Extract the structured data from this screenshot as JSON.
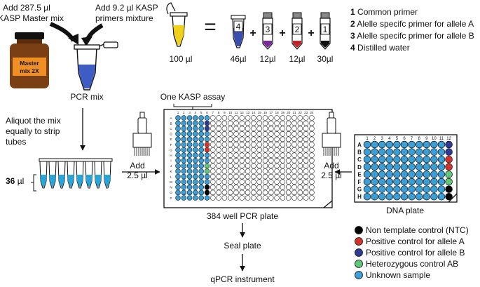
{
  "top": {
    "master_mix_label": [
      "Add 287.5 µl",
      "KASP Master mix"
    ],
    "primers_label": [
      "Add 9.2 µl KASP",
      "primers mixture"
    ],
    "bottle_label": [
      "Master",
      "mix 2X"
    ],
    "pcr_mix_label": "PCR mix"
  },
  "primer_mix": {
    "total_label": "100 µl",
    "equals": "=",
    "plus": "+",
    "tubes": [
      {
        "number": "4",
        "volume": "46µl",
        "color": "#3a4db0"
      },
      {
        "number": "3",
        "volume": "12µl",
        "color": "#7a2a9a"
      },
      {
        "number": "2",
        "volume": "12µl",
        "color": "#c0262c"
      },
      {
        "number": "1",
        "volume": "30µl",
        "color": "#111111"
      }
    ]
  },
  "legend_numbers": [
    {
      "num": "1",
      "text": "Common primer"
    },
    {
      "num": "2",
      "text": "Alelle specifc primer for allele A"
    },
    {
      "num": "3",
      "text": "Alelle specifc primer for allele B"
    },
    {
      "num": "4",
      "text": "Distilled water"
    }
  ],
  "strip": {
    "aliquot_label": [
      "Aliquot the mix",
      "equally to strip",
      "tubes"
    ],
    "volume_num": "36",
    "volume_unit": " µl"
  },
  "plate384": {
    "assay_label": "One KASP assay",
    "title": "384 well PCR plate",
    "add_label": [
      "Add",
      "2.5 µl"
    ],
    "cols": [
      "1",
      "2",
      "3",
      "4",
      "5",
      "6",
      "7",
      "8",
      "9",
      "10",
      "11",
      "12",
      "13",
      "14",
      "15",
      "16",
      "17",
      "18",
      "19",
      "20",
      "21",
      "22",
      "23",
      "24"
    ],
    "rows": [
      "A",
      "B",
      "C",
      "D",
      "E",
      "F",
      "G",
      "H",
      "I",
      "J",
      "K",
      "L",
      "M",
      "N",
      "O",
      "P"
    ],
    "col6_pattern": [
      "sample",
      "ctrlB",
      "ctrlB",
      "sample",
      "sample",
      "ctrlA",
      "ctrlA",
      "sample",
      "sample",
      "het",
      "het",
      "sample",
      "sample",
      "ntc",
      "ntc",
      "sample"
    ]
  },
  "dna_plate": {
    "title": "DNA plate",
    "add_label": [
      "Add",
      "2.5 µl"
    ],
    "cols": [
      "1",
      "2",
      "3",
      "4",
      "5",
      "6",
      "7",
      "8",
      "9",
      "10",
      "11",
      "12"
    ],
    "rows": [
      "A",
      "B",
      "C",
      "D",
      "E",
      "F",
      "G",
      "H"
    ],
    "col12_pattern": [
      "ctrlB",
      "ctrlB",
      "ctrlA",
      "ctrlA",
      "het",
      "het",
      "ntc",
      "ntc"
    ]
  },
  "flow": {
    "seal_label": "Seal plate",
    "qpcr_label": "qPCR instrument"
  },
  "legend_colors": [
    {
      "key": "ntc",
      "label": "Non template control (NTC)",
      "color": "#000000"
    },
    {
      "key": "ctrlA",
      "label": "Positive control for allele A",
      "color": "#d6322a"
    },
    {
      "key": "ctrlB",
      "label": "Positive control for allele B",
      "color": "#2f3a96"
    },
    {
      "key": "het",
      "label": "Heterozygous control AB",
      "color": "#5ec77a"
    },
    {
      "key": "sample",
      "label": "Unknown sample",
      "color": "#3a9fd6"
    }
  ],
  "colors": {
    "blue_liquid": "#3d5cc4",
    "yellow_liquid": "#f0d21c",
    "strip_liquid": "#2aa5d8",
    "bottle_brown": "#7a3f12",
    "bottle_cap": "#111111",
    "bottle_label": "#ef8f24"
  }
}
